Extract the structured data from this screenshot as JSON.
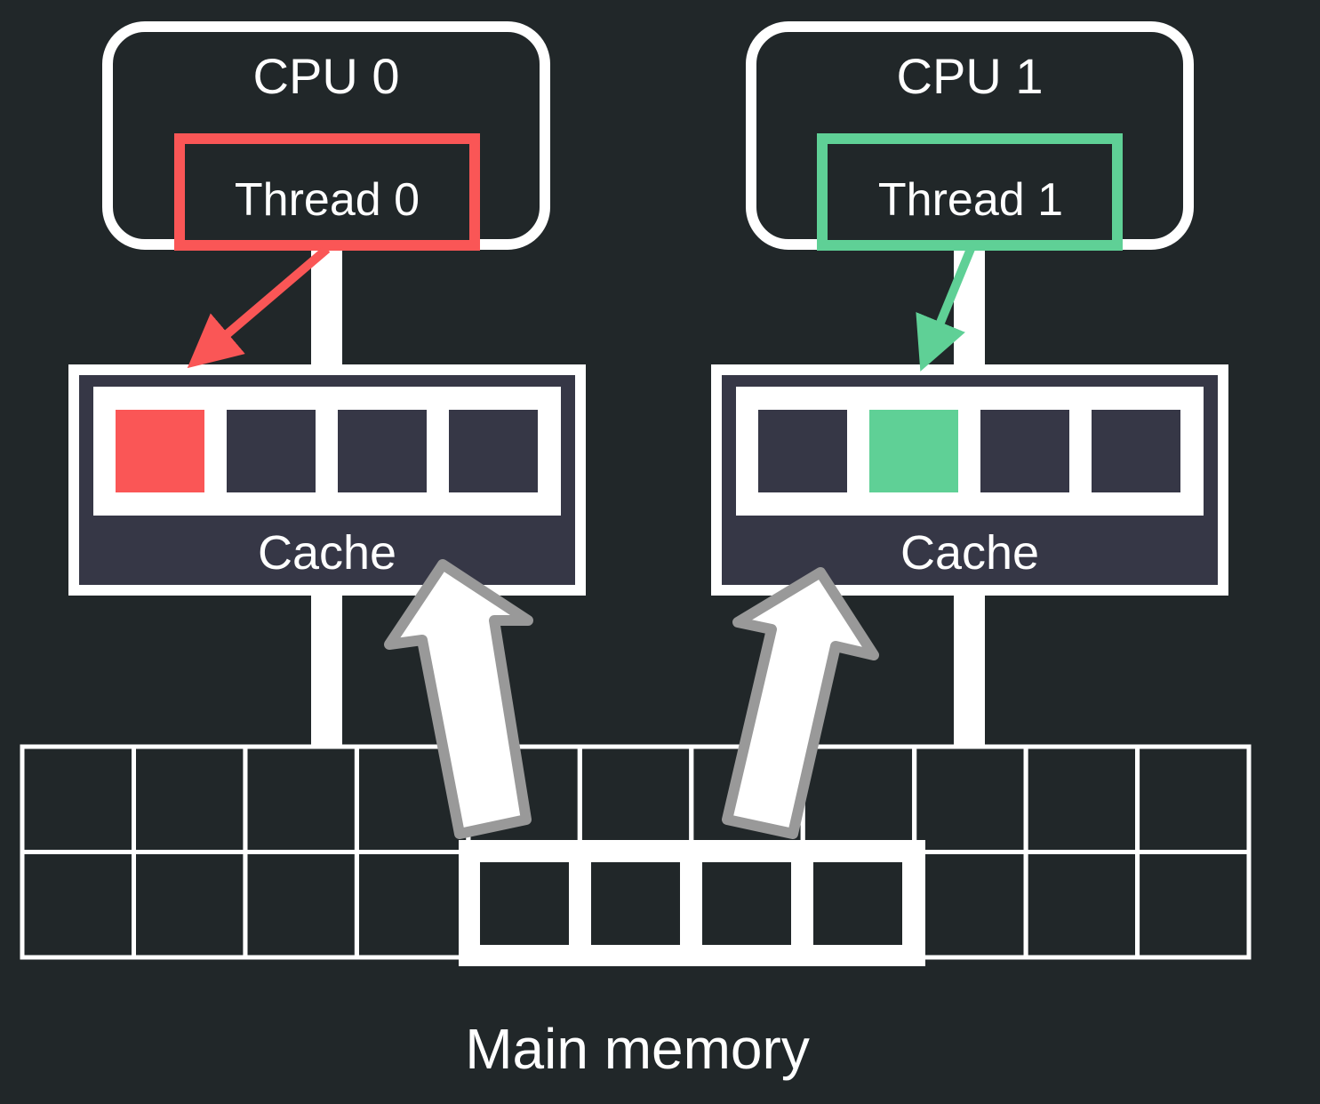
{
  "colors": {
    "background": "#212729",
    "foreground": "#ffffff",
    "cache_panel": "#363746",
    "thread0_accent": "#fa5656",
    "thread1_accent": "#5fd096",
    "upload_arrow_outline": "#999999"
  },
  "cpus": [
    {
      "label": "CPU 0",
      "thread": {
        "label": "Thread 0",
        "accent": "#fa5656"
      },
      "cache": {
        "label": "Cache",
        "lines": [
          {
            "state": "written",
            "color": "#fa5656"
          },
          {
            "state": "idle",
            "color": "#363746"
          },
          {
            "state": "idle",
            "color": "#363746"
          },
          {
            "state": "idle",
            "color": "#363746"
          }
        ]
      }
    },
    {
      "label": "CPU 1",
      "thread": {
        "label": "Thread 1",
        "accent": "#5fd096"
      },
      "cache": {
        "label": "Cache",
        "lines": [
          {
            "state": "idle",
            "color": "#363746"
          },
          {
            "state": "written",
            "color": "#5fd096"
          },
          {
            "state": "idle",
            "color": "#363746"
          },
          {
            "state": "idle",
            "color": "#363746"
          }
        ]
      }
    }
  ],
  "memory": {
    "label": "Main memory",
    "grid_rows": 2,
    "grid_cols": 11,
    "cache_line_cells": 4
  }
}
